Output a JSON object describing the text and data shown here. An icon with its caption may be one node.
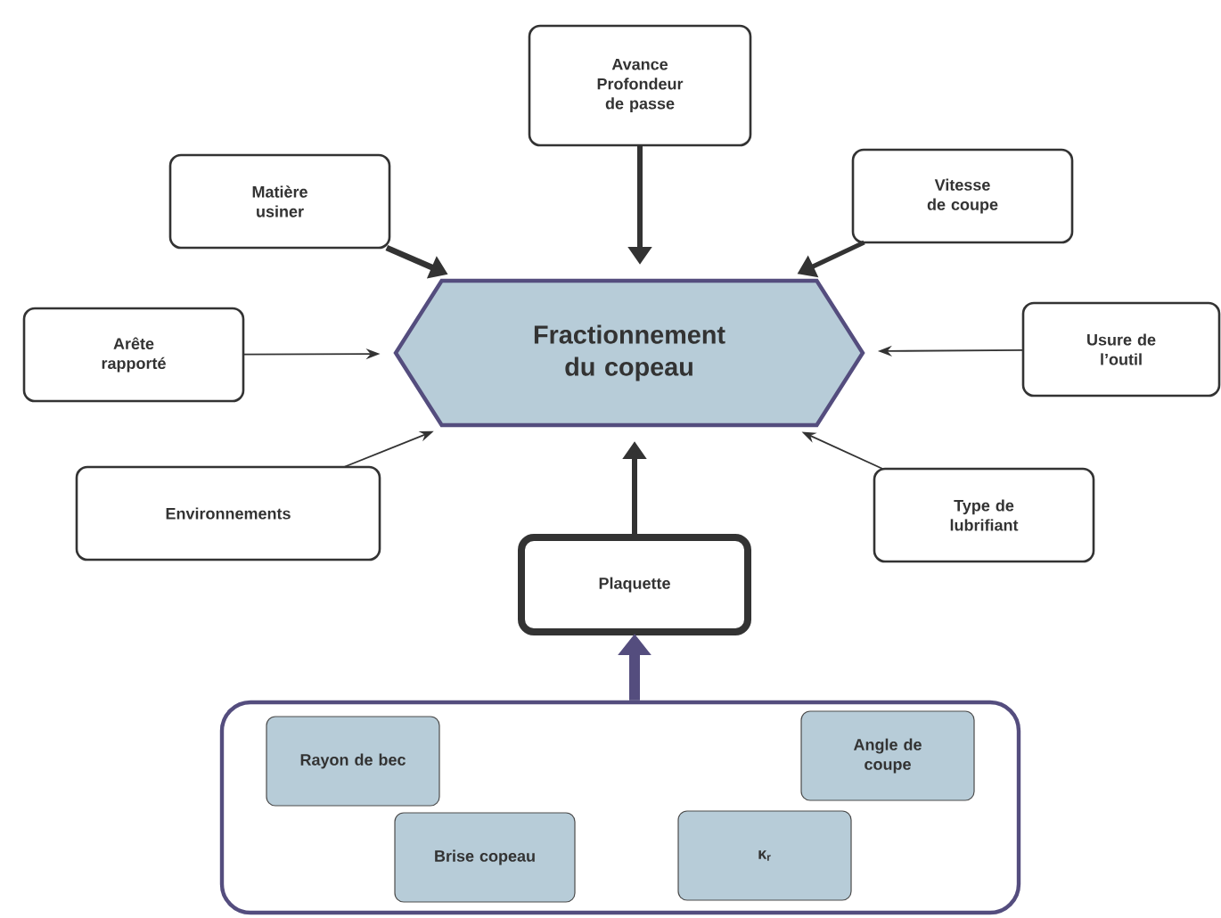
{
  "diagram": {
    "nodes": [
      {
        "text": [
          "Avance Profondeur de passe"
        ]
      },
      {
        "text": [
          "Matière usiner"
        ]
      },
      {
        "text": [
          "Vitesse de coupe"
        ]
      },
      {
        "text": [
          "Arête rapporté"
        ]
      },
      {
        "text": [
          "Fractionnement du copeau"
        ]
      },
      {
        "text": [
          "Usure de l’outil"
        ]
      },
      {
        "text": [
          "Environnements"
        ]
      },
      {
        "text": [
          "Type de lubrifiant"
        ]
      },
      {
        "text": [
          "Plaquette"
        ]
      },
      {
        "text": [],
        "shape": "box"
      },
      {
        "text": [
          "Rayon de bec"
        ],
        "in": 9
      },
      {
        "text": [
          "Angle de coupe"
        ],
        "in": 9
      },
      {
        "text": [
          "Brise copeau"
        ],
        "in": 9
      },
      {
        "text": [
          "κ$_{r}$"
        ],
        "in": 9
      }
    ],
    "edges": [
      {
        "from": 0,
        "to": 4,
        "arrow": "to"
      },
      {
        "from": 1,
        "to": 4,
        "arrow": "to"
      },
      {
        "from": 2,
        "to": 4,
        "arrow": "to"
      },
      {
        "from": 3,
        "to": 4,
        "arrow": "to"
      },
      {
        "from": 5,
        "to": 4,
        "arrow": "to"
      },
      {
        "from": 6,
        "to": 4,
        "arrow": "to"
      },
      {
        "from": 7,
        "to": 4,
        "arrow": "to"
      },
      {
        "from": 8,
        "to": 4,
        "arrow": "to"
      },
      {
        "from": 9,
        "to": 8,
        "arrow": "to",
        "style": "thick",
        "color": "#544d7e"
      }
    ]
  }
}
